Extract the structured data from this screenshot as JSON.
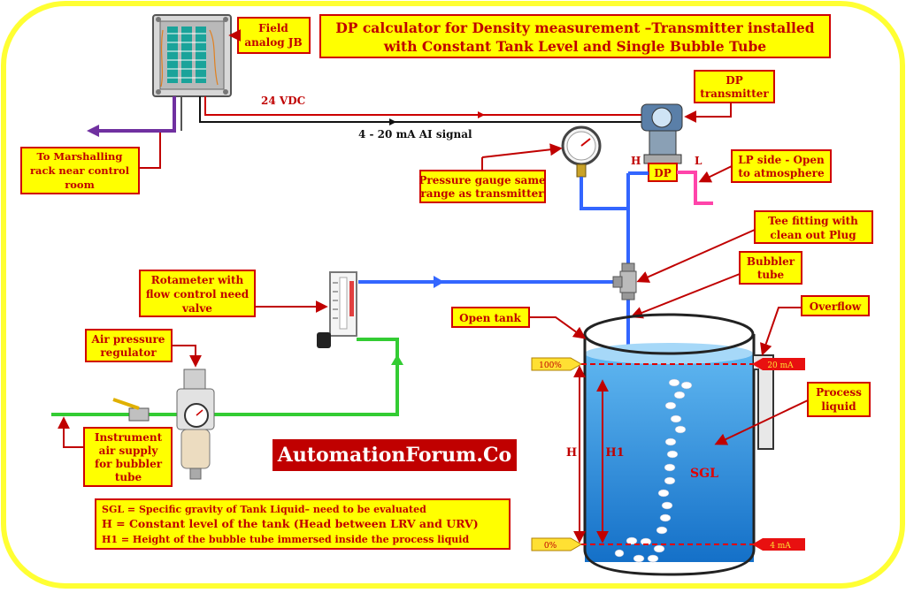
{
  "title": {
    "line1": "DP calculator for Density measurement –Transmitter installed",
    "line2": "with Constant Tank Level and Single Bubble Tube"
  },
  "labels": {
    "field_jb": [
      "Field",
      "analog JB"
    ],
    "vdc": "24 VDC",
    "ai_signal": "4 - 20 mA AI signal",
    "dp_transmitter": [
      "DP",
      "transmitter"
    ],
    "marshalling": [
      "To Marshalling",
      "rack near control",
      "room"
    ],
    "pressure_gauge": [
      "Pressure gauge same",
      "range as transmitter"
    ],
    "lp_side": [
      "LP side - Open",
      "to atmosphere"
    ],
    "dp_tag": "DP",
    "h_side": "H",
    "l_side": "L",
    "tee": [
      "Tee fitting with",
      "clean out Plug"
    ],
    "rotameter": [
      "Rotameter with",
      "flow control need",
      "valve"
    ],
    "bubbler": [
      "Bubbler",
      "tube"
    ],
    "open_tank": "Open tank",
    "overflow": "Overflow",
    "air_regulator": [
      "Air pressure",
      "regulator"
    ],
    "process_liquid": [
      "Process",
      "liquid"
    ],
    "instrument_air": [
      "Instrument",
      "air supply",
      "for bubbler",
      "tube"
    ],
    "sgl": "SGL",
    "h_dim": "H",
    "h1_dim": "H1",
    "pct_100": "100%",
    "pct_0": "0%",
    "ma_20": "20 mA",
    "ma_4": "4 mA"
  },
  "brand": "AutomationForum.Co",
  "legend": [
    "SGL = Specific gravity of Tank Liquid– need to be evaluated",
    "H = Constant level of the tank (Head between LRV and URV)",
    "H1 = Height of the bubble tube immersed inside the process liquid"
  ],
  "colors": {
    "frame": "#ffff33",
    "label_text": "#c00000",
    "label_box": "#ffff00",
    "air_line": "#33cc33",
    "bubbler_line": "#3366ff",
    "vent_line": "#ff44aa",
    "liquid": "#1e8fe0",
    "signal_black": "#111111",
    "signal_red": "#cc0000",
    "marshalling_cable": "#7030a0"
  }
}
